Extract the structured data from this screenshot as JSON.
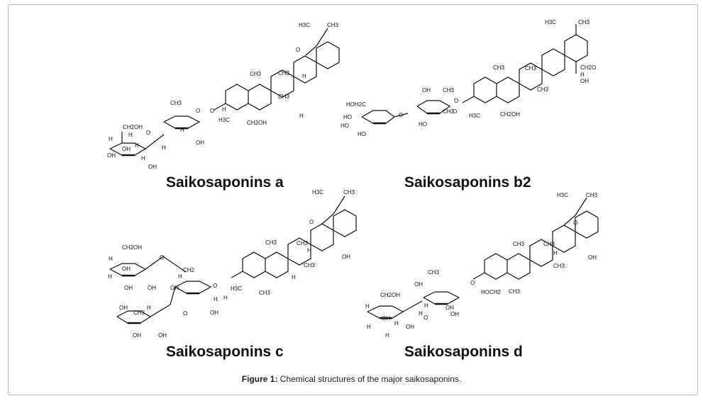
{
  "figure": {
    "structures": [
      {
        "id": "a",
        "label": "Saikosaponins a",
        "atoms": [
          "H3C",
          "CH3",
          "CH3",
          "CH3",
          "CH3",
          "H",
          "H",
          "O",
          "CH3",
          "O",
          "CH2OH",
          "H",
          "OH",
          "H",
          "OH",
          "OH",
          "H",
          "OH",
          "H",
          "O",
          "H3C",
          "CH2OH",
          "H",
          "H",
          "O",
          "H"
        ]
      },
      {
        "id": "b2",
        "label": "Saikosaponins b2",
        "atoms": [
          "H3C",
          "CH3",
          "CH3",
          "CH3",
          "CH2O",
          "H",
          "OH",
          "CH3",
          "CH3",
          "OH",
          "CH3",
          "HOH2C",
          "HO",
          "HO",
          "HO",
          "O",
          "O",
          "HO",
          "O",
          "H3C",
          "CH2OH"
        ]
      },
      {
        "id": "c",
        "label": "Saikosaponins c",
        "atoms": [
          "H3C",
          "CH3",
          "O",
          "CH3",
          "CH3",
          "H",
          "CH3",
          "OH",
          "CH2OH",
          "H",
          "OH",
          "OH",
          "H",
          "OH",
          "O",
          "CH2",
          "H",
          "O",
          "H",
          "OH",
          "OH",
          "CH3",
          "H",
          "OH",
          "OH",
          "OH",
          "O",
          "H",
          "H3C",
          "CH3",
          "H"
        ]
      },
      {
        "id": "d",
        "label": "Saikosaponins d",
        "atoms": [
          "H3C",
          "CH3",
          "O",
          "CH3",
          "CH3",
          "H",
          "CH3",
          "OH",
          "CH3",
          "CH2OH",
          "H",
          "OH",
          "H",
          "O",
          "OH",
          "H",
          "OH",
          "OH",
          "O",
          "HOCH2",
          "CH3",
          "H",
          "H",
          "OH",
          "H"
        ]
      }
    ],
    "caption_label": "Figure 1:",
    "caption_text": " Chemical structures of the major saikosaponins."
  }
}
